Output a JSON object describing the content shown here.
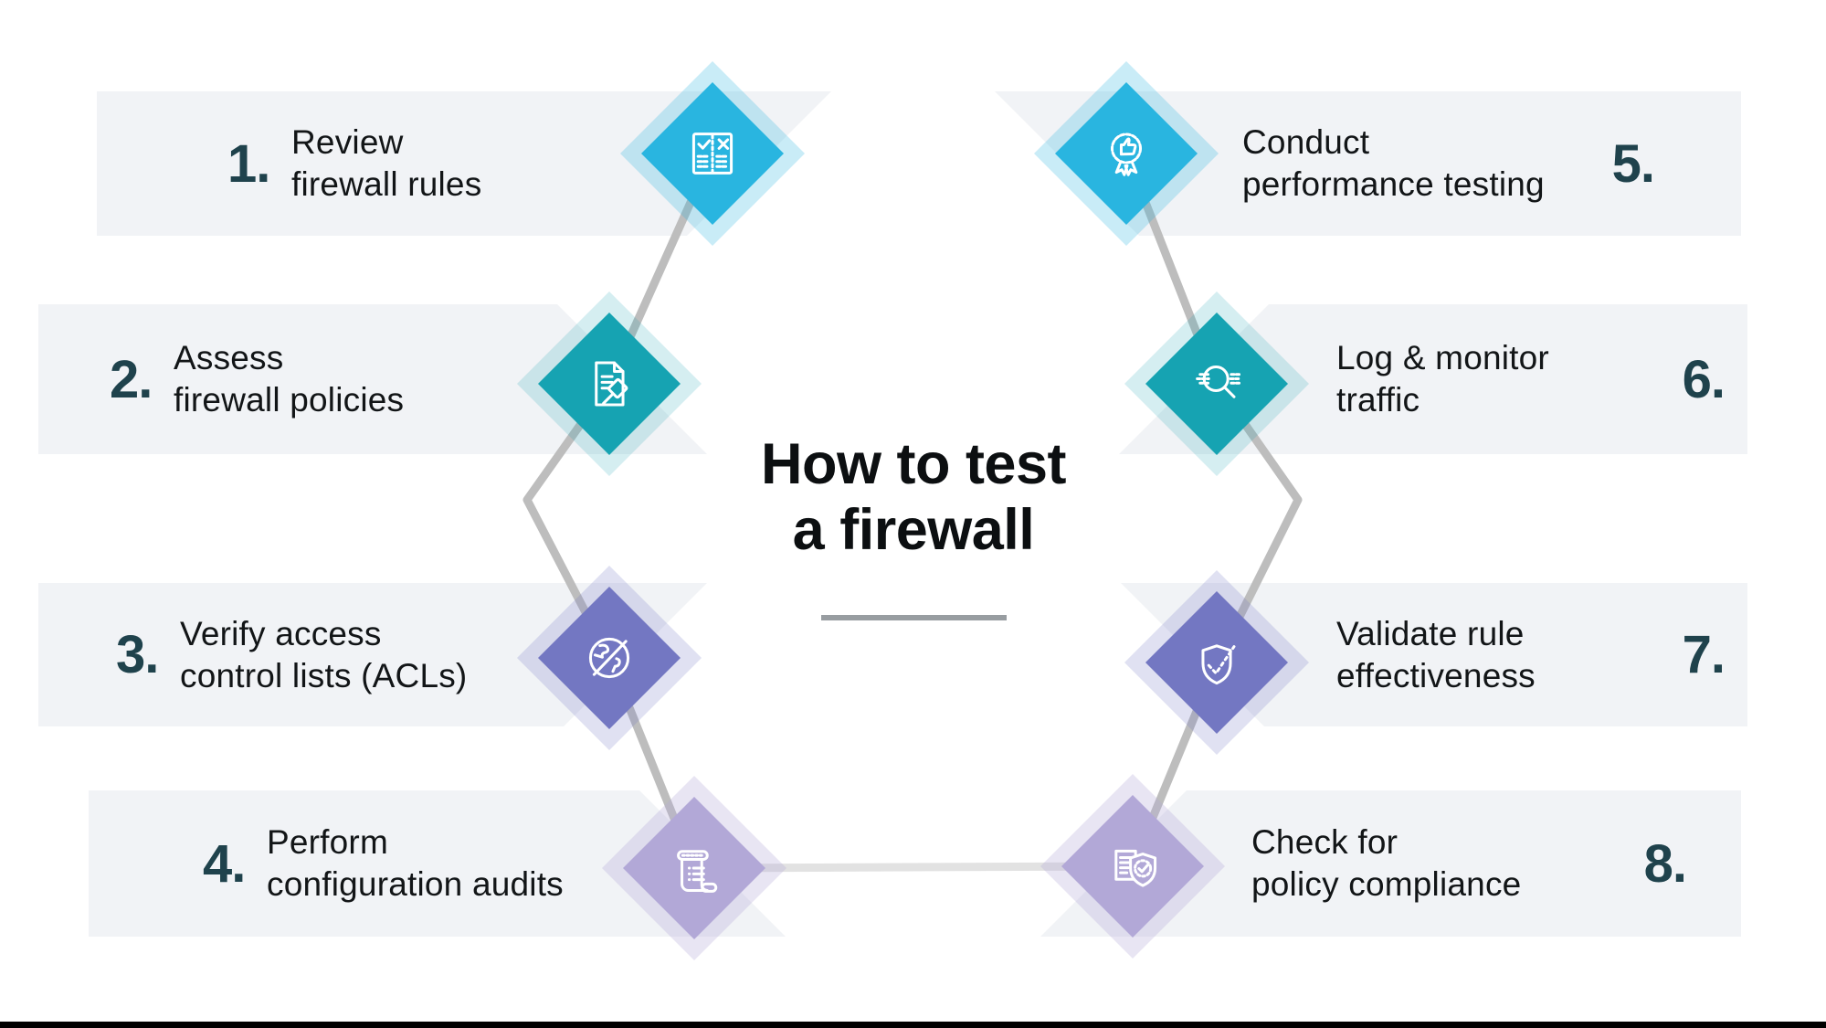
{
  "title": {
    "line1": "How to test",
    "line2": "a firewall"
  },
  "theme": {
    "bar_bg": "#f1f3f6",
    "text": "#121517",
    "number": "#1f424c",
    "title": "#0c0f11",
    "divider": "#989da1",
    "connector": "#bdbdbd",
    "connector_light": "#e2e2e2",
    "bottom_bar": "#000000",
    "icon_stroke": "#ffffff"
  },
  "steps": [
    {
      "number": "1.",
      "line1": "Review",
      "line2": "firewall rules",
      "icon": "checklist-icon",
      "color": "#29b5e0",
      "glow": "rgba(41,181,224,0.25)"
    },
    {
      "number": "2.",
      "line1": "Assess",
      "line2": "firewall policies",
      "icon": "document-gavel-icon",
      "color": "#16a3b2",
      "glow": "rgba(22,163,178,0.18)"
    },
    {
      "number": "3.",
      "line1": "Verify access",
      "line2": "control lists (ACLs)",
      "icon": "globe-blocked-icon",
      "color": "#7377c2",
      "glow": "rgba(115,119,194,0.22)"
    },
    {
      "number": "4.",
      "line1": "Perform",
      "line2": "configuration audits",
      "icon": "scroll-icon",
      "color": "#b2a8d7",
      "glow": "rgba(178,168,215,0.3)"
    },
    {
      "number": "5.",
      "line1": "Conduct",
      "line2": "performance testing",
      "icon": "award-thumbs-up-icon",
      "color": "#29b5e0",
      "glow": "rgba(41,181,224,0.25)"
    },
    {
      "number": "6.",
      "line1": "Log & monitor",
      "line2": "traffic",
      "icon": "search-traffic-icon",
      "color": "#16a3b2",
      "glow": "rgba(22,163,178,0.18)"
    },
    {
      "number": "7.",
      "line1": "Validate rule",
      "line2": "effectiveness",
      "icon": "shield-check-icon",
      "color": "#7377c2",
      "glow": "rgba(115,119,194,0.22)"
    },
    {
      "number": "8.",
      "line1": "Check for",
      "line2": "policy compliance",
      "icon": "document-shield-icon",
      "color": "#b2a8d7",
      "glow": "rgba(178,168,215,0.3)"
    }
  ]
}
